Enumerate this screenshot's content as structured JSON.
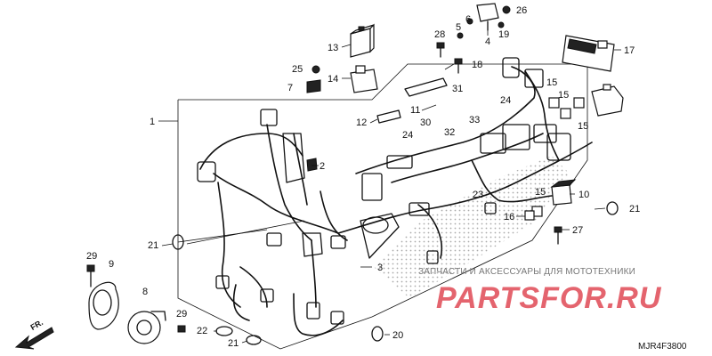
{
  "diagram": {
    "code": "MJR4F3800",
    "front_label": "FR.",
    "watermark_text": "ЗАПЧАСТИ И АКСЕССУАРЫ ДЛЯ МОТОТЕХНИКИ",
    "watermark_logo": "PARTSFOR.RU",
    "callouts": [
      {
        "id": "c1",
        "text": "1"
      },
      {
        "id": "c2",
        "text": "2"
      },
      {
        "id": "c3",
        "text": "3"
      },
      {
        "id": "c4",
        "text": "4"
      },
      {
        "id": "c5",
        "text": "5"
      },
      {
        "id": "c6",
        "text": "6"
      },
      {
        "id": "c7",
        "text": "7"
      },
      {
        "id": "c8",
        "text": "8"
      },
      {
        "id": "c9",
        "text": "9"
      },
      {
        "id": "c10",
        "text": "10"
      },
      {
        "id": "c11",
        "text": "11"
      },
      {
        "id": "c12",
        "text": "12"
      },
      {
        "id": "c13",
        "text": "13"
      },
      {
        "id": "c14",
        "text": "14"
      },
      {
        "id": "c15a",
        "text": "15"
      },
      {
        "id": "c15b",
        "text": "15"
      },
      {
        "id": "c15c",
        "text": "15"
      },
      {
        "id": "c15d",
        "text": "15"
      },
      {
        "id": "c16",
        "text": "16"
      },
      {
        "id": "c17",
        "text": "17"
      },
      {
        "id": "c18",
        "text": "18"
      },
      {
        "id": "c19",
        "text": "19"
      },
      {
        "id": "c20",
        "text": "20"
      },
      {
        "id": "c21a",
        "text": "21"
      },
      {
        "id": "c21b",
        "text": "21"
      },
      {
        "id": "c21c",
        "text": "21"
      },
      {
        "id": "c22",
        "text": "22"
      },
      {
        "id": "c23",
        "text": "23"
      },
      {
        "id": "c24a",
        "text": "24"
      },
      {
        "id": "c24b",
        "text": "24"
      },
      {
        "id": "c25",
        "text": "25"
      },
      {
        "id": "c26",
        "text": "26"
      },
      {
        "id": "c27",
        "text": "27"
      },
      {
        "id": "c28",
        "text": "28"
      },
      {
        "id": "c29a",
        "text": "29"
      },
      {
        "id": "c29b",
        "text": "29"
      },
      {
        "id": "c30",
        "text": "30"
      },
      {
        "id": "c31",
        "text": "31"
      },
      {
        "id": "c32",
        "text": "32"
      },
      {
        "id": "c33",
        "text": "33"
      }
    ]
  }
}
